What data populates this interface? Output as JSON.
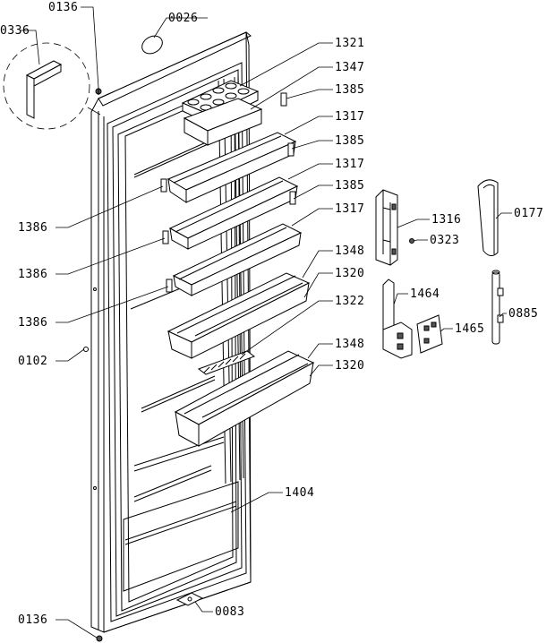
{
  "labels": {
    "l0136_top": "0136",
    "l0026": "0026",
    "l0336": "0336",
    "l1321": "1321",
    "l1347": "1347",
    "l1385_a": "1385",
    "l1317_a": "1317",
    "l1385_b": "1385",
    "l1317_b": "1317",
    "l1385_c": "1385",
    "l1317_c": "1317",
    "l1386_a": "1386",
    "l1386_b": "1386",
    "l1386_c": "1386",
    "l1348_a": "1348",
    "l1320_a": "1320",
    "l1322": "1322",
    "l1348_b": "1348",
    "l1320_b": "1320",
    "l0102": "0102",
    "l1316": "1316",
    "l0323": "0323",
    "l0177": "0177",
    "l1464": "1464",
    "l1465": "1465",
    "l0885": "0885",
    "l1404": "1404",
    "l0083": "0083",
    "l0136_bottom": "0136"
  }
}
